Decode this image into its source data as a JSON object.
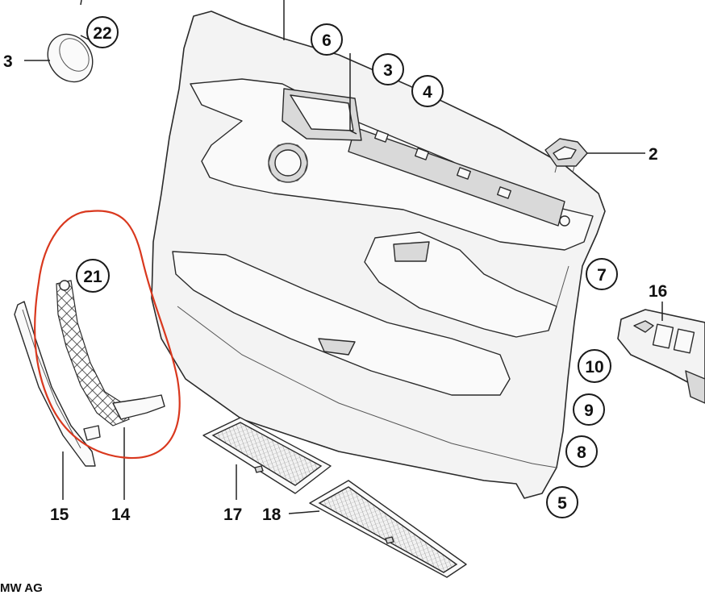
{
  "diagram": {
    "callouts": [
      {
        "id": "c22",
        "label": "22"
      },
      {
        "id": "c6",
        "label": "6"
      },
      {
        "id": "c3b",
        "label": "3"
      },
      {
        "id": "c4",
        "label": "4"
      },
      {
        "id": "c21",
        "label": "21"
      },
      {
        "id": "c7",
        "label": "7"
      },
      {
        "id": "c10",
        "label": "10"
      },
      {
        "id": "c9",
        "label": "9"
      },
      {
        "id": "c8",
        "label": "8"
      },
      {
        "id": "c5",
        "label": "5"
      }
    ],
    "plain_labels": [
      {
        "id": "l3",
        "label": "3"
      },
      {
        "id": "l2",
        "label": "2"
      },
      {
        "id": "l16",
        "label": "16"
      },
      {
        "id": "l15",
        "label": "15"
      },
      {
        "id": "l14",
        "label": "14"
      },
      {
        "id": "l17",
        "label": "17"
      },
      {
        "id": "l18",
        "label": "18"
      }
    ],
    "copyright": "MW AG",
    "highlight_color": "#d9381e"
  }
}
